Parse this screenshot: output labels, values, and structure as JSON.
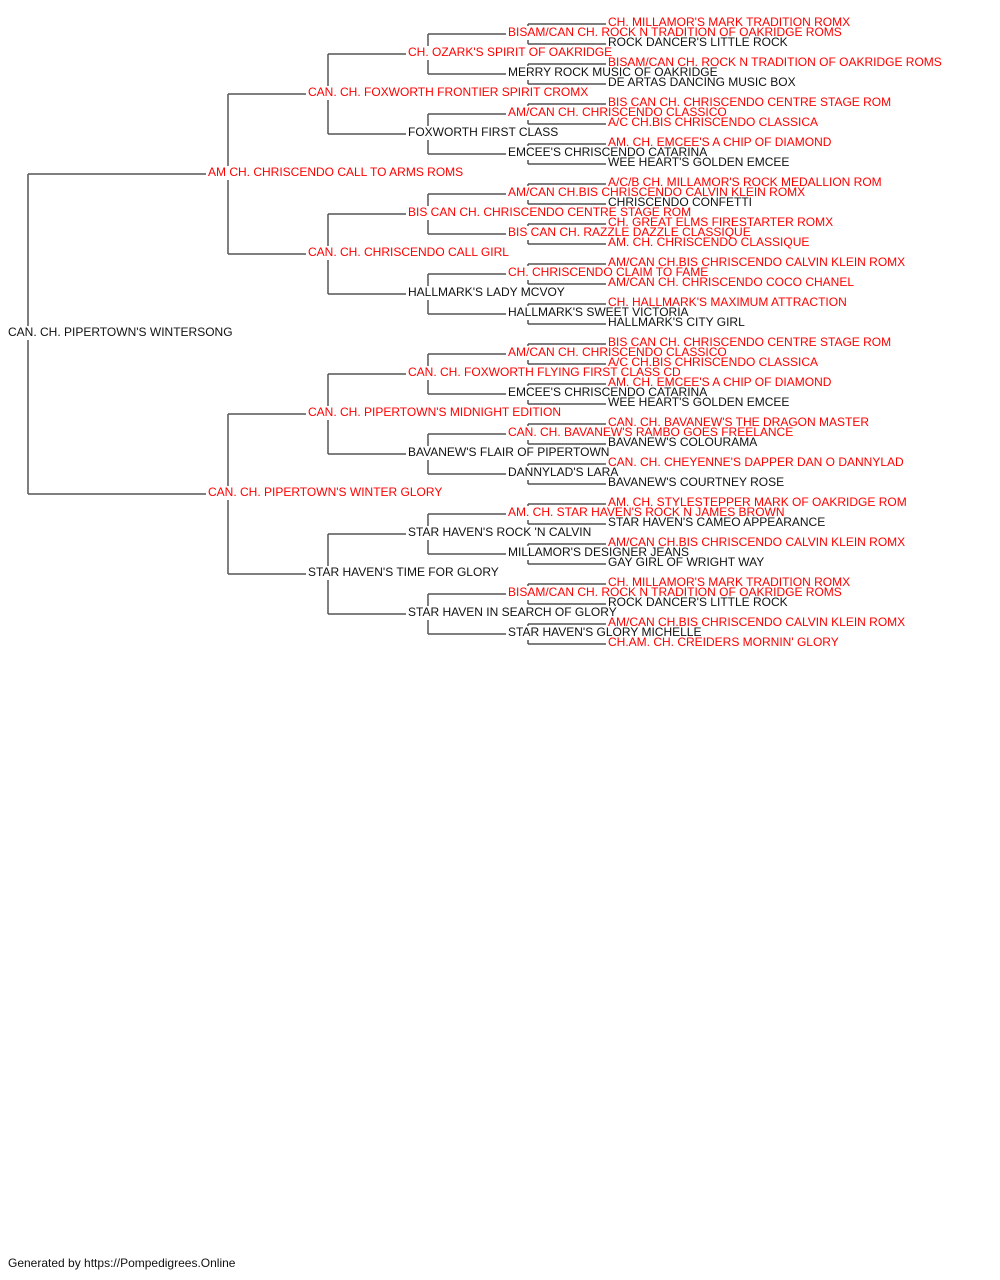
{
  "colors": {
    "champion": "#ff0000",
    "regular": "#111111",
    "line": "#555555"
  },
  "footer": "Generated by https://Pompedigrees.Online",
  "pedigree": {
    "name": "CAN. CH. PIPERTOWN'S WINTERSONG",
    "champion": false,
    "sire": {
      "name": "AM CH. CHRISCENDO CALL TO ARMS ROMS",
      "champion": true,
      "sire": {
        "name": "CAN. CH. FOXWORTH FRONTIER SPIRIT CROMX",
        "champion": true,
        "sire": {
          "name": "CH. OZARK'S SPIRIT OF OAKRIDGE",
          "champion": true,
          "sire": {
            "name": "BISAM/CAN CH. ROCK N TRADITION OF OAKRIDGE ROMS",
            "champion": true,
            "sire": {
              "name": "CH. MILLAMOR'S MARK TRADITION ROMX",
              "champion": true
            },
            "dam": {
              "name": "ROCK DANCER'S LITTLE ROCK",
              "champion": false
            }
          },
          "dam": {
            "name": "MERRY ROCK MUSIC OF OAKRIDGE",
            "champion": false,
            "sire": {
              "name": "BISAM/CAN CH. ROCK N TRADITION OF OAKRIDGE ROMS",
              "champion": true
            },
            "dam": {
              "name": "DE ARTAS DANCING MUSIC BOX",
              "champion": false
            }
          }
        },
        "dam": {
          "name": "FOXWORTH FIRST CLASS",
          "champion": false,
          "sire": {
            "name": "AM/CAN CH. CHRISCENDO CLASSICO",
            "champion": true,
            "sire": {
              "name": "BIS CAN CH. CHRISCENDO CENTRE STAGE ROM",
              "champion": true
            },
            "dam": {
              "name": "A/C CH.BIS CHRISCENDO CLASSICA",
              "champion": true
            }
          },
          "dam": {
            "name": "EMCEE'S CHRISCENDO CATARINA",
            "champion": false,
            "sire": {
              "name": "AM. CH. EMCEE'S A CHIP OF DIAMOND",
              "champion": true
            },
            "dam": {
              "name": "WEE HEART'S GOLDEN EMCEE",
              "champion": false
            }
          }
        }
      },
      "dam": {
        "name": "CAN. CH. CHRISCENDO CALL GIRL",
        "champion": true,
        "sire": {
          "name": "BIS CAN CH. CHRISCENDO CENTRE STAGE ROM",
          "champion": true,
          "sire": {
            "name": "AM/CAN CH.BIS CHRISCENDO CALVIN KLEIN ROMX",
            "champion": true,
            "sire": {
              "name": "A/C/B CH. MILLAMOR'S ROCK MEDALLION ROM",
              "champion": true
            },
            "dam": {
              "name": "CHRISCENDO CONFETTI",
              "champion": false
            }
          },
          "dam": {
            "name": "BIS CAN CH. RAZZLE DAZZLE CLASSIQUE",
            "champion": true,
            "sire": {
              "name": "CH. GREAT ELMS FIRESTARTER ROMX",
              "champion": true
            },
            "dam": {
              "name": "AM. CH. CHRISCENDO CLASSIQUE",
              "champion": true
            }
          }
        },
        "dam": {
          "name": "HALLMARK'S LADY MCVOY",
          "champion": false,
          "sire": {
            "name": "CH. CHRISCENDO CLAIM TO FAME",
            "champion": true,
            "sire": {
              "name": "AM/CAN CH.BIS CHRISCENDO CALVIN KLEIN ROMX",
              "champion": true
            },
            "dam": {
              "name": "AM/CAN CH. CHRISCENDO COCO CHANEL",
              "champion": true
            }
          },
          "dam": {
            "name": "HALLMARK'S SWEET VICTORIA",
            "champion": false,
            "sire": {
              "name": "CH. HALLMARK'S MAXIMUM ATTRACTION",
              "champion": true
            },
            "dam": {
              "name": "HALLMARK'S CITY GIRL",
              "champion": false
            }
          }
        }
      }
    },
    "dam": {
      "name": "CAN. CH. PIPERTOWN'S WINTER GLORY",
      "champion": true,
      "sire": {
        "name": "CAN. CH. PIPERTOWN'S MIDNIGHT EDITION",
        "champion": true,
        "sire": {
          "name": "CAN. CH. FOXWORTH FLYING FIRST CLASS CD",
          "champion": true,
          "sire": {
            "name": "AM/CAN CH. CHRISCENDO CLASSICO",
            "champion": true,
            "sire": {
              "name": "BIS CAN CH. CHRISCENDO CENTRE STAGE ROM",
              "champion": true
            },
            "dam": {
              "name": "A/C CH.BIS CHRISCENDO CLASSICA",
              "champion": true
            }
          },
          "dam": {
            "name": "EMCEE'S CHRISCENDO CATARINA",
            "champion": false,
            "sire": {
              "name": "AM. CH. EMCEE'S A CHIP OF DIAMOND",
              "champion": true
            },
            "dam": {
              "name": "WEE HEART'S GOLDEN EMCEE",
              "champion": false
            }
          }
        },
        "dam": {
          "name": "BAVANEW'S FLAIR OF PIPERTOWN",
          "champion": false,
          "sire": {
            "name": "CAN. CH. BAVANEW'S RAMBO GOES FREELANCE",
            "champion": true,
            "sire": {
              "name": "CAN. CH. BAVANEW'S THE DRAGON MASTER",
              "champion": true
            },
            "dam": {
              "name": "BAVANEW'S COLOURAMA",
              "champion": false
            }
          },
          "dam": {
            "name": "DANNYLAD'S LARA",
            "champion": false,
            "sire": {
              "name": "CAN. CH. CHEYENNE'S DAPPER DAN O DANNYLAD",
              "champion": true
            },
            "dam": {
              "name": "BAVANEW'S COURTNEY ROSE",
              "champion": false
            }
          }
        }
      },
      "dam": {
        "name": "STAR HAVEN'S TIME FOR GLORY",
        "champion": false,
        "sire": {
          "name": "STAR HAVEN'S ROCK 'N CALVIN",
          "champion": false,
          "sire": {
            "name": "AM. CH. STAR HAVEN'S ROCK N JAMES BROWN",
            "champion": true,
            "sire": {
              "name": "AM. CH. STYLESTEPPER MARK OF OAKRIDGE ROM",
              "champion": true
            },
            "dam": {
              "name": "STAR HAVEN'S CAMEO APPEARANCE",
              "champion": false
            }
          },
          "dam": {
            "name": "MILLAMOR'S DESIGNER JEANS",
            "champion": false,
            "sire": {
              "name": "AM/CAN CH.BIS CHRISCENDO CALVIN KLEIN ROMX",
              "champion": true
            },
            "dam": {
              "name": "GAY GIRL OF WRIGHT WAY",
              "champion": false
            }
          }
        },
        "dam": {
          "name": "STAR HAVEN IN SEARCH OF GLORY",
          "champion": false,
          "sire": {
            "name": "BISAM/CAN CH. ROCK N TRADITION OF OAKRIDGE ROMS",
            "champion": true,
            "sire": {
              "name": "CH. MILLAMOR'S MARK TRADITION ROMX",
              "champion": true
            },
            "dam": {
              "name": "ROCK DANCER'S LITTLE ROCK",
              "champion": false
            }
          },
          "dam": {
            "name": "STAR HAVEN'S GLORY MICHELLE",
            "champion": false,
            "sire": {
              "name": "AM/CAN CH.BIS CHRISCENDO CALVIN KLEIN ROMX",
              "champion": true
            },
            "dam": {
              "name": "CH.AM. CH. CREIDERS MORNIN' GLORY",
              "champion": true
            }
          }
        }
      }
    }
  }
}
